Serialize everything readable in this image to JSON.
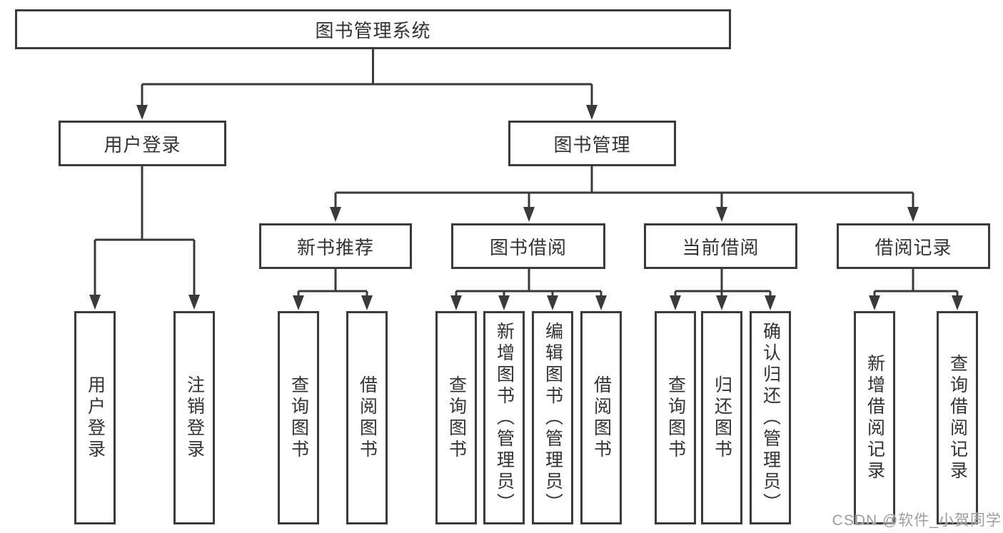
{
  "tree": {
    "label": "图书管理系统",
    "children": [
      {
        "label": "用户登录",
        "children": [
          {
            "label": "用户登录"
          },
          {
            "label": "注销登录"
          }
        ]
      },
      {
        "label": "图书管理",
        "children": [
          {
            "label": "新书推荐",
            "children": [
              {
                "label": "查询图书"
              },
              {
                "label": "借阅图书"
              }
            ]
          },
          {
            "label": "图书借阅",
            "children": [
              {
                "label": "查询图书"
              },
              {
                "label": "新增图书（管理员）"
              },
              {
                "label": "编辑图书（管理员）"
              },
              {
                "label": "借阅图书"
              }
            ]
          },
          {
            "label": "当前借阅",
            "children": [
              {
                "label": "查询图书"
              },
              {
                "label": "归还图书"
              },
              {
                "label": "确认归还（管理员）"
              }
            ]
          },
          {
            "label": "借阅记录",
            "children": [
              {
                "label": "新增借阅记录"
              },
              {
                "label": "查询借阅记录"
              }
            ]
          }
        ]
      }
    ]
  },
  "watermark": {
    "text": "CSDN @软件_小贺同学"
  },
  "colors": {
    "line": "#3a3a3a",
    "text": "#333333",
    "watermark": "#9d9d9d",
    "bg": "#ffffff"
  }
}
